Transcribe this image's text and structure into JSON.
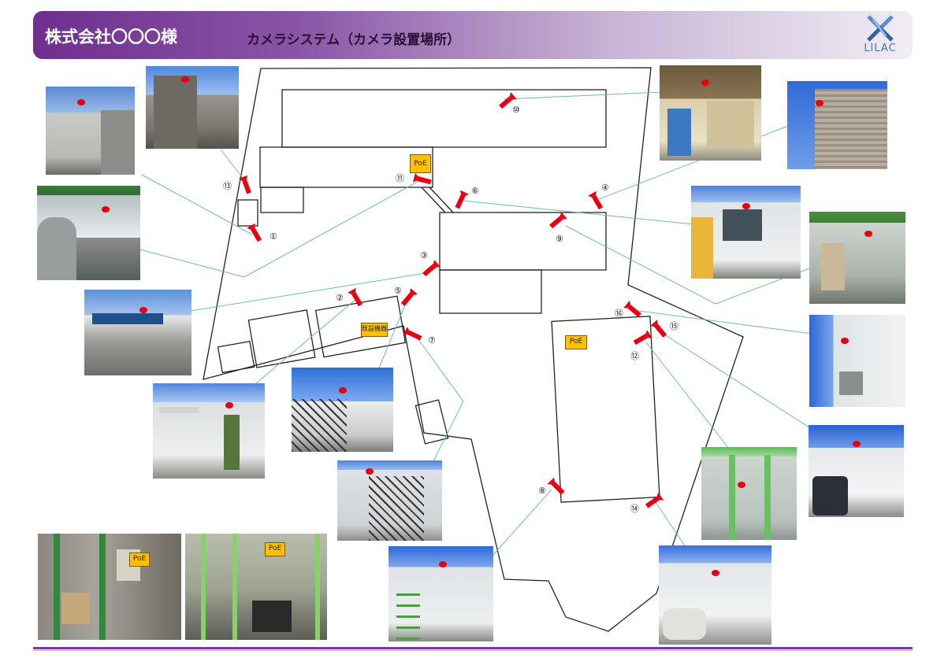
{
  "header": {
    "title": "株式会社〇〇〇様",
    "subtitle": "カメラシステム（カメラ設置場所）",
    "logo_text": "LILAC"
  },
  "labels": {
    "poe": "PoE",
    "existing": "既設機器"
  },
  "cameras": [
    "①",
    "②",
    "③",
    "④",
    "⑤",
    "⑥",
    "⑦",
    "⑧",
    "⑨",
    "⑩",
    "⑪",
    "⑫",
    "⑬",
    "⑭",
    "⑮",
    "⑯"
  ],
  "colors": {
    "accent": "#6e2f8f",
    "camera": "#e60012",
    "leader_line": "#6fb7c0",
    "poe_box": "#ffc000"
  }
}
